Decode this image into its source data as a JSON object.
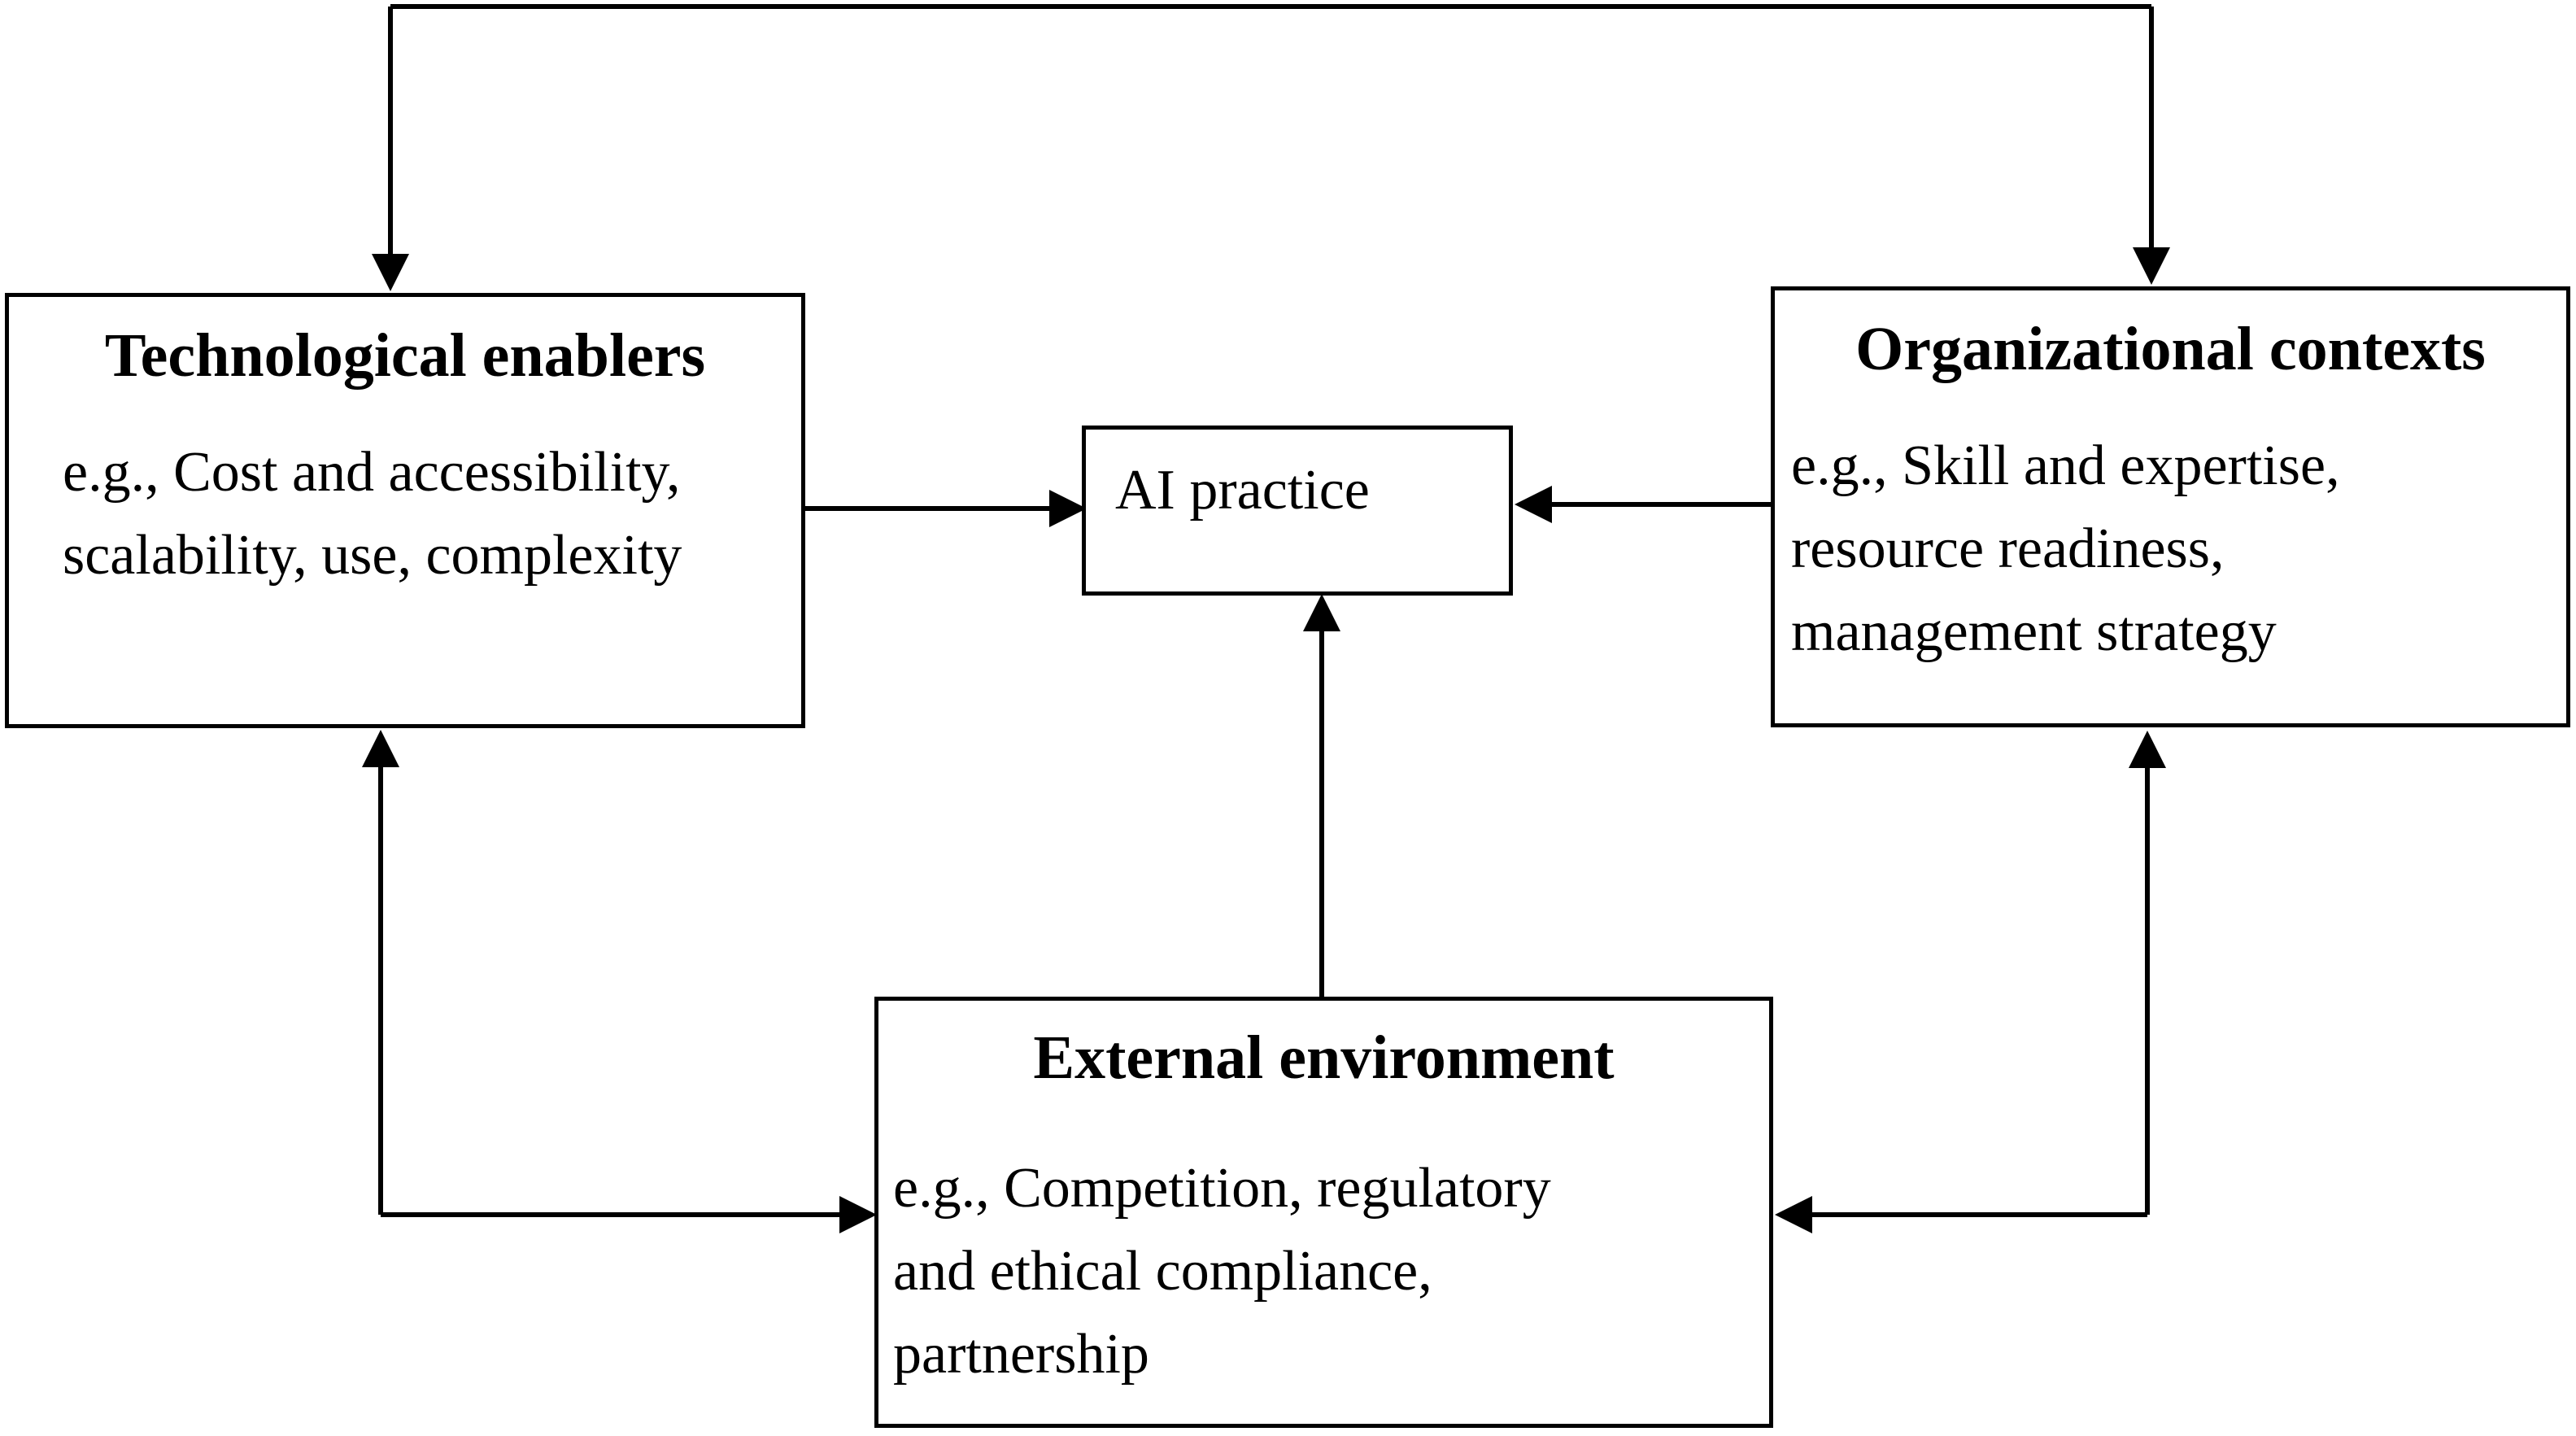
{
  "diagram": {
    "background_color": "#ffffff",
    "line_color": "#000000",
    "boxes": {
      "technological_enablers": {
        "title": "Technological enablers",
        "body_lines": [
          "e.g., Cost and accessibility,",
          "scalability, use, complexity"
        ]
      },
      "organizational_contexts": {
        "title": "Organizational contexts",
        "body_lines": [
          "e.g., Skill and expertise,",
          "resource readiness,",
          "management strategy"
        ]
      },
      "ai_practice": {
        "title": "AI practice"
      },
      "external_environment": {
        "title": "External environment",
        "body_lines": [
          "e.g., Competition, regulatory",
          "and ethical compliance,",
          "partnership"
        ]
      }
    },
    "arrows": [
      {
        "name": "top-connector",
        "between": [
          "technological_enablers",
          "organizational_contexts"
        ],
        "style": "right-angle rail across top, arrowheads pointing down into both boxes"
      },
      {
        "name": "tech-to-ai",
        "from": "technological_enablers",
        "to": "ai_practice",
        "style": "horizontal, arrowhead right"
      },
      {
        "name": "org-to-ai",
        "from": "organizational_contexts",
        "to": "ai_practice",
        "style": "horizontal, arrowhead left"
      },
      {
        "name": "ext-to-ai",
        "from": "external_environment",
        "to": "ai_practice",
        "style": "vertical, arrowhead up"
      },
      {
        "name": "tech-ext-connector",
        "between": [
          "technological_enablers",
          "external_environment"
        ],
        "style": "L-shaped, arrowhead up into Technological enablers and arrowhead right into External environment"
      },
      {
        "name": "org-ext-connector",
        "between": [
          "organizational_contexts",
          "external_environment"
        ],
        "style": "L-shaped, arrowhead up into Organizational contexts and arrowhead left into External environment"
      }
    ]
  }
}
